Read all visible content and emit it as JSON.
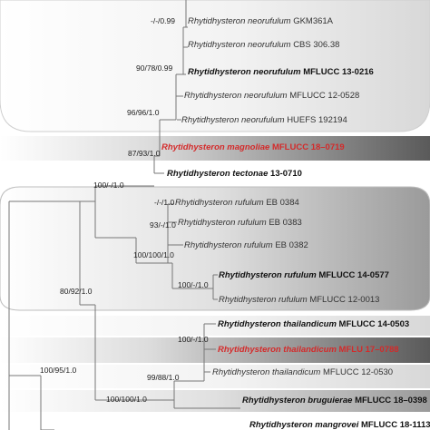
{
  "taxa": [
    {
      "genus_species": "Rhytidhysteron neorufulum",
      "strain": "GKM361A",
      "style": "normal"
    },
    {
      "genus_species": "Rhytidhysteron neorufulum",
      "strain": "CBS 306.38",
      "style": "normal"
    },
    {
      "genus_species": "Rhytidhysteron neorufulum",
      "strain": "MFLUCC 13-0216",
      "style": "bold"
    },
    {
      "genus_species": "Rhytidhysteron neorufulum",
      "strain": "MFLUCC 12-0528",
      "style": "normal"
    },
    {
      "genus_species": "Rhytidhysteron neorufulum",
      "strain": "HUEFS 192194",
      "style": "normal"
    },
    {
      "genus_species": "Rhytidhysteron magnoliae",
      "strain": "MFLUCC 18–0719",
      "style": "red"
    },
    {
      "genus_species": "Rhytidhysteron tectonae",
      "strain": "13-0710",
      "style": "bold"
    },
    {
      "genus_species": "Rhytidhysteron rufulum",
      "strain": "EB 0384",
      "style": "normal"
    },
    {
      "genus_species": "Rhytidhysteron rufulum",
      "strain": "EB 0383",
      "style": "normal"
    },
    {
      "genus_species": "Rhytidhysteron rufulum",
      "strain": "EB 0382",
      "style": "normal"
    },
    {
      "genus_species": "Rhytidhysteron rufulum",
      "strain": "MFLUCC 14-0577",
      "style": "bold"
    },
    {
      "genus_species": "Rhytidhysteron rufulum",
      "strain": "MFLUCC 12-0013",
      "style": "normal"
    },
    {
      "genus_species": "Rhytidhysteron thailandicum",
      "strain": "MFLUCC 14-0503",
      "style": "bold"
    },
    {
      "genus_species": "Rhytidhysteron thailandicum",
      "strain": "MFLU 17–0788",
      "style": "red"
    },
    {
      "genus_species": "Rhytidhysteron thailandicum",
      "strain": "MFLUCC 12-0530",
      "style": "normal"
    },
    {
      "genus_species": "Rhytidhysteron bruguierae",
      "strain": "MFLUCC 18–0398",
      "style": "bold"
    },
    {
      "genus_species": "Rhytidhysteron mangrovei",
      "strain": "MFLUCC 18-1113",
      "style": "bold"
    }
  ],
  "supports": [
    "-/-/0.99",
    "90/78/0.99",
    "96/96/1.0",
    "87/93/1.0",
    "100/-/1.0",
    "-/-/1.0",
    "93/-/1.0",
    "100/100/1.0",
    "100/-/1.0",
    "80/92/1.0",
    "100/-/1.0",
    "99/88/1.0",
    "100/100/1.0",
    "100/95/1.0"
  ],
  "colors": {
    "highlight_red": "#d42a2a",
    "branch": "#777777",
    "band_dark": "#666666",
    "band_light": "#f4f4f4"
  }
}
